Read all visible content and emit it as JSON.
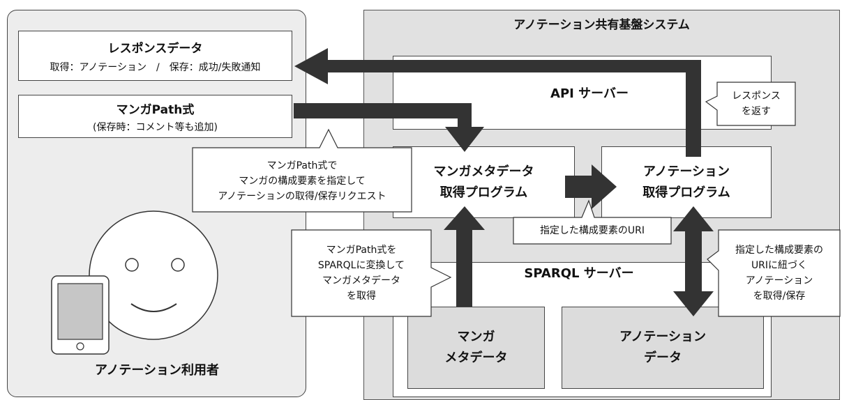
{
  "user_panel": {
    "response_data": {
      "title": "レスポンスデータ",
      "detail": "取得：アノテーション　/　保存：成功/失敗通知"
    },
    "mangapath": {
      "title": "マンガPath式",
      "detail": "(保存時：コメント等も追加)"
    },
    "user_label": "アノテーション利用者"
  },
  "system": {
    "title": "アノテーション共有基盤システム",
    "api_server": "API サーバー",
    "manga_meta_program": {
      "line1": "マンガメタデータ",
      "line2": "取得プログラム"
    },
    "annotation_program": {
      "line1": "アノテーション",
      "line2": "取得プログラム"
    },
    "sparql_server": "SPARQL サーバー",
    "manga_metadata": {
      "line1": "マンガ",
      "line2": "メタデータ"
    },
    "annotation_data": {
      "line1": "アノテーション",
      "line2": "データ"
    }
  },
  "callouts": {
    "request": {
      "line1": "マンガPath式で",
      "line2": "マンガの構成要素を指定して",
      "line3": "アノテーションの取得/保存リクエスト"
    },
    "response": {
      "line1": "レスポンス",
      "line2": "を返す"
    },
    "uri": "指定した構成要素のURI",
    "sparql_convert": {
      "line1": "マンガPath式を",
      "line2": "SPARQLに変換して",
      "line3": "マンガメタデータ",
      "line4": "を取得"
    },
    "annotation_get": {
      "line1": "指定した構成要素の",
      "line2": "URIに紐づく",
      "line3": "アノテーション",
      "line4": "を取得/保存"
    }
  },
  "colors": {
    "arrow": "#333333",
    "panel": "#ededed",
    "system": "#e1e1e1",
    "data_box": "#dcdcdc"
  }
}
